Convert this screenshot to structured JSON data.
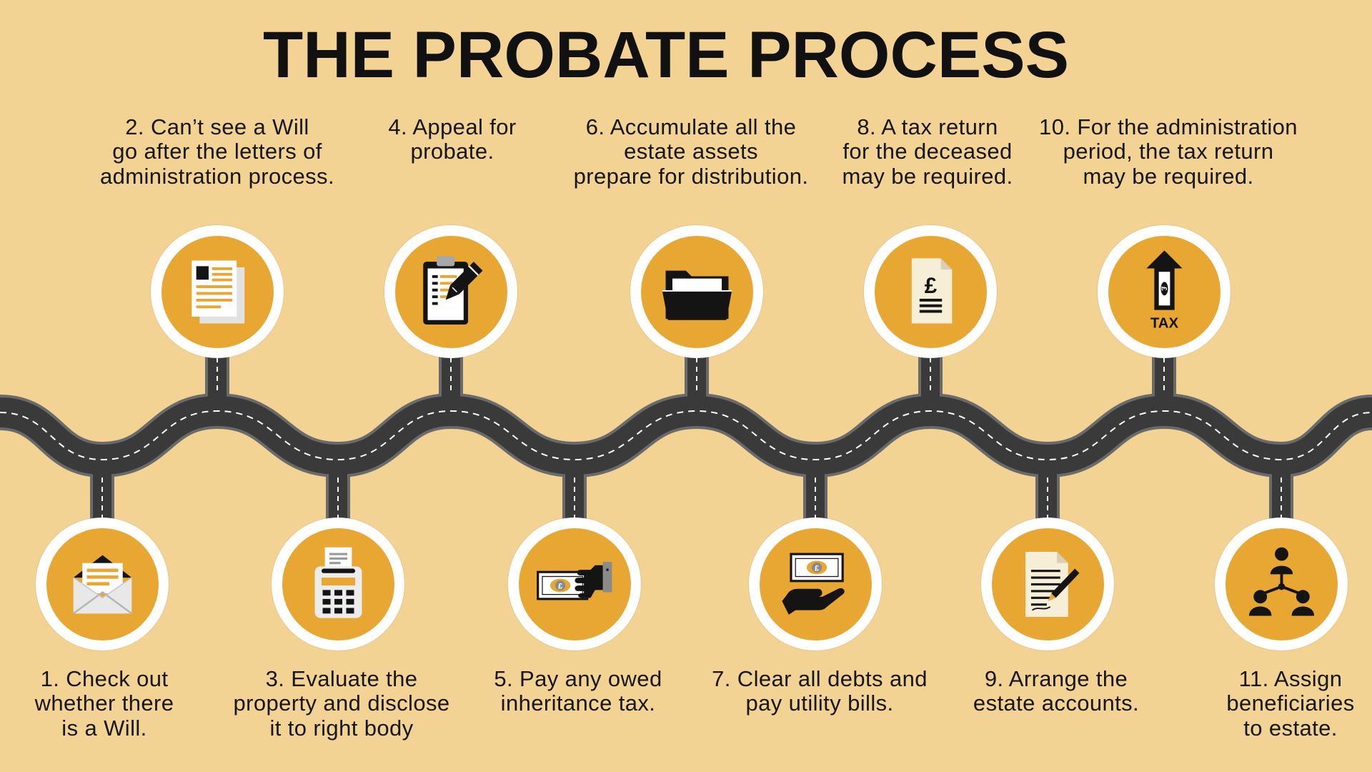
{
  "title": "THE PROBATE PROCESS",
  "colors": {
    "background": "#f3d393",
    "circle": "#e8a633",
    "ring": "#ffffff",
    "road": "#3a3a3a",
    "road_edge": "#6a6a6a",
    "text": "#161616"
  },
  "icon_text": {
    "pound": "£",
    "tax": "TAX"
  },
  "steps": [
    {
      "icon": "envelope-icon",
      "lines": [
        "1. Check out",
        "whether there",
        "is a Will."
      ]
    },
    {
      "icon": "documents-icon",
      "lines": [
        "2. Can’t see a Will",
        "go after the letters of",
        "administration process."
      ]
    },
    {
      "icon": "printing-calculator-icon",
      "lines": [
        "3. Evaluate the",
        "property and disclose",
        "it to right body"
      ]
    },
    {
      "icon": "clipboard-pencil-icon",
      "lines": [
        "4. Appeal for",
        "probate."
      ]
    },
    {
      "icon": "hand-giving-banknote-icon",
      "lines": [
        "5. Pay any owed",
        "inheritance tax."
      ]
    },
    {
      "icon": "open-folder-icon",
      "lines": [
        "6. Accumulate all the",
        "estate assets",
        "prepare for distribution."
      ]
    },
    {
      "icon": "hand-receiving-banknote-icon",
      "lines": [
        "7. Clear all debts and",
        "pay utility bills."
      ]
    },
    {
      "icon": "pound-document-icon",
      "lines": [
        "8. A tax return",
        "for the deceased",
        "may be required."
      ]
    },
    {
      "icon": "document-pen-icon",
      "lines": [
        "9. Arrange the",
        "estate accounts."
      ]
    },
    {
      "icon": "tax-up-arrow-icon",
      "lines": [
        "10. For the administration",
        "period, the tax return",
        "may be required."
      ]
    },
    {
      "icon": "beneficiaries-hierarchy-icon",
      "lines": [
        "11. Assign",
        "beneficiaries",
        "to estate."
      ]
    }
  ]
}
